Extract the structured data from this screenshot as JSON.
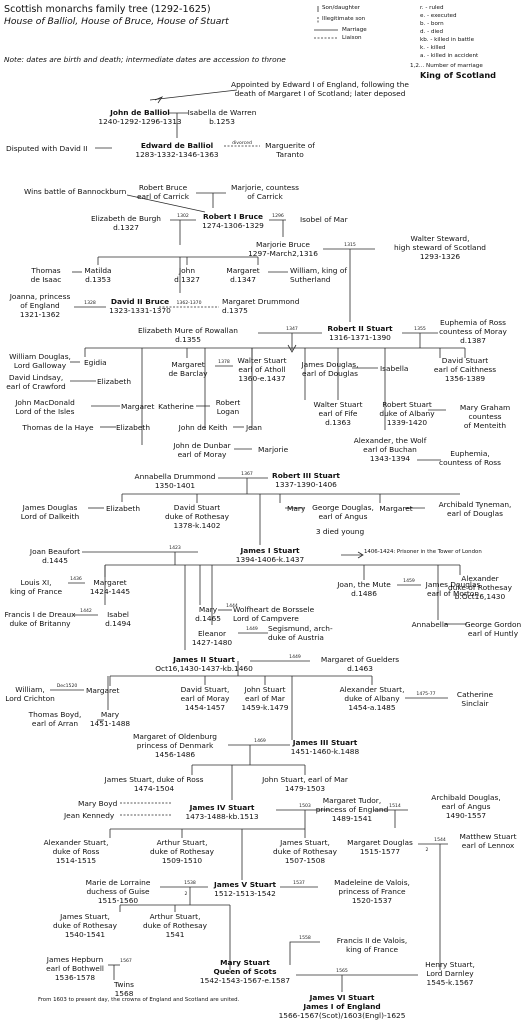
{
  "header": {
    "title": "Scottish monarchs family tree (1292-1625)",
    "subtitle": "House of Balliol, House of Bruce, House of Stuart",
    "note": "Note: dates are birth and death; intermediate dates are accession to throne"
  },
  "legend": {
    "son_daughter": "Son/daughter",
    "illegitimate": "Illegitimate son",
    "marriage": "Marriage",
    "liaison": "Liaison",
    "ruled": "r. - ruled",
    "executed": "e. - executed",
    "born": "b. - born",
    "died": "d. - died",
    "killed_battle": "kb. - killed in battle",
    "killed": "k. - killed",
    "killed_accident": "a. - killed in accident",
    "marriage_number": "1,2... Number of marriage",
    "king_key": "King of Scotland"
  },
  "notes": {
    "balliol_appointed": "Appointed by Edward I of England, following the death of Margaret I of Scotland; later deposed",
    "edward_disputed": "Disputed with David II",
    "bannockburn": "Wins battle of Bannockburn",
    "james1_prisoner": "1406-1424: Prisoner in the Tower of London",
    "three_died": "3 died young",
    "union": "From 1603 to present day, the crowns of England and Scotland are united."
  },
  "labels": {
    "divorced": "divorced",
    "m1302": "1302",
    "m1296": "1296",
    "m1315": "1315",
    "m1328": "1328",
    "m1362": "1362-1370",
    "m1347": "1347",
    "m1355": "1355",
    "m1378": "1378",
    "m1367": "1367",
    "m1423": "1423",
    "m1436": "1436",
    "m1442": "1442",
    "m1444": "1444",
    "m1449a": "1449",
    "m1459": "1459",
    "m1449b": "1449",
    "m1475": "1475-77",
    "m1520": "Dec1520",
    "m1469": "1469",
    "m1503": "1503",
    "m1514": "1514",
    "m1544": "1544",
    "m1538": "1538",
    "m1537": "1537",
    "m1558": "1558",
    "m1567": "1567",
    "m1565": "1565",
    "n2a": "2",
    "n2b": "2"
  },
  "people": {
    "john_balliol": "John de Balliol",
    "john_balliol_dates": "1240-1292-1296-1313",
    "isabella_warren": "Isabella de Warren\nb.1253",
    "edward_balliol": "Edward de Balliol",
    "edward_balliol_dates": "1283-1332-1346-1363",
    "marguerite_taranto": "Marguerite of\nTaranto",
    "robert_carrick": "Robert Bruce\nearl of Carrick",
    "marjorie_carrick": "Marjorie, countess\nof Carrick",
    "robert1": "Robert I Bruce",
    "robert1_dates": "1274-1306-1329",
    "elizabeth_burgh": "Elizabeth de Burgh\nd.1327",
    "isobel_mar": "Isobel of Mar",
    "marjorie_bruce": "Marjorie Bruce\n1297-March2,1316",
    "walter_steward": "Walter Steward,\nhigh steward of Scotland\n1293-1326",
    "thomas_isaac": "Thomas\nde Isaac",
    "matilda": "Matilda\nd.1353",
    "john_bruce": "John\nd.1327",
    "margaret_bruce": "Margaret\nd.1347",
    "william_sutherland": "William, king of\nSutherland",
    "joanna": "Joanna, princess\nof England\n1321-1362",
    "david2": "David II Bruce",
    "david2_dates": "1323-1331-1370",
    "margaret_drummond": "Margaret Drummond\nd.1375",
    "elizabeth_mure": "Elizabeth Mure of Rowallan\nd.1355",
    "robert2": "Robert II Stuart",
    "robert2_dates": "1316-1371-1390",
    "euphemia_moray": "Euphemia of Ross\ncountess of Moray\nd.1387",
    "william_douglas": "William Douglas,\nLord Galloway",
    "egidia": "Egidia",
    "margaret_barclay": "Margaret\nde Barclay",
    "walter_atholl": "Walter Stuart\nearl of Atholl\n1360-e.1437",
    "james_douglas1": "James Douglas,\nearl of Douglas",
    "isabella": "Isabella",
    "david_caithness": "David Stuart\nearl of Caithness\n1356-1389",
    "david_lindsay": "David Lindsay,\nearl of Crawford",
    "elizabeth1": "Elizabeth",
    "john_macdonald": "John MacDonald\nLord of the Isles",
    "margaret2": "Margaret",
    "katherine": "Katherine",
    "robert_logan": "Robert\nLogan",
    "walter_fife": "Walter Stuart\nearl of Fife\nd.1363",
    "robert_albany": "Robert Stuart\nduke of Albany\n1339-1420",
    "mary_graham": "Mary Graham\ncountess\nof Menteith",
    "thomas_haye": "Thomas de la Haye",
    "elizabeth2": "Elizabeth",
    "john_keith": "John de Keith",
    "jean": "Jean",
    "john_dunbar": "John de Dunbar\nearl of Moray",
    "marjorie2": "Marjorie",
    "alexander_wolf": "Alexander, the Wolf\nearl of Buchan\n1343-1394",
    "euphemia_ross": "Euphemia,\ncountess of Ross",
    "annabella_drummond": "Annabella Drummond\n1350-1401",
    "robert3": "Robert III Stuart",
    "robert3_dates": "1337-1390-1406",
    "james_douglas_dalkeith": "James Douglas\nLord of Dalkeith",
    "elizabeth3": "Elizabeth",
    "david_rothesay1": "David Stuart\nduke of Rothesay\n1378-k.1402",
    "mary1": "Mary",
    "george_douglas1": "George Douglas,\nearl of Angus",
    "margaret3": "Margaret",
    "archibald_tyneman": "Archibald Tyneman,\nearl of Douglas",
    "joan_beaufort": "Joan Beaufort\nd.1445",
    "james1": "James I Stuart",
    "james1_dates": "1394-1406-k.1437",
    "louis11": "Louis XI,\nking of France",
    "margaret4": "Margaret\n1424-1445",
    "joan_mute": "Joan, the Mute\nd.1486",
    "james_douglas_morton": "James Douglas\nearl of Morton",
    "alexander_rothesay": "Alexander\nduke of Rothesay\nb.Oct16,1430",
    "francis_dreux": "Francis I de Dreaux\nduke of Britanny",
    "isabel": "Isabel\nd.1494",
    "mary2": "Mary\nd.1465",
    "wolfheart": "Wolfheart de Borssele\nLord of Campvere",
    "annabella": "Annabella",
    "george_gordon": "George Gordon\nearl of Huntly",
    "eleanor": "Eleanor\n1427-1480",
    "segismund": "Segismund, arch-\nduke of Austria",
    "james2": "James II Stuart",
    "james2_dates": "Oct16,1430-1437-kb.1460",
    "margaret_gueldres": "Margaret of Guelders\nd.1463",
    "william_crichton": "William,\nLord Crichton",
    "margaret5": "Margaret",
    "david_moray": "David Stuart,\nearl of Moray\n1454-1457",
    "john_mar1": "John Stuart\nearl of Mar\n1459-k.1479",
    "alexander_albany": "Alexander Stuart,\nduke of Albany\n1454-a.1485",
    "catherine_sinclair": "Catherine\nSinclair",
    "thomas_boyd": "Thomas Boyd,\nearl of Arran",
    "mary3": "Mary\n1451-1488",
    "margaret_oldenburg": "Margaret of Oldenburg\nprincess of Denmark\n1456-1486",
    "james3": "James III Stuart",
    "james3_dates": "1451-1460-k.1488",
    "james_ross": "James Stuart, duke of Ross\n1474-1504",
    "john_mar2": "John Stuart, earl of Mar\n1479-1503",
    "mary_boyd": "Mary Boyd",
    "jean_kennedy": "Jean Kennedy",
    "james4": "James IV Stuart",
    "james4_dates": "1473-1488-kb.1513",
    "margaret_tudor": "Margaret Tudor,\nprincess of England\n1489-1541",
    "archibald_angus": "Archibald Douglas,\nearl of Angus\n1490-1557",
    "alexander_ross": "Alexander Stuart,\nduke of Ross\n1514-1515",
    "arthur_rothesay1": "Arthur Stuart,\nduke of Rothesay\n1509-1510",
    "james_rothesay1": "James Stuart,\nduke of Rothesay\n1507-1508",
    "margaret_douglas": "Margaret Douglas\n1515-1577",
    "matthew_lennox": "Matthew Stuart\nearl of Lennox",
    "marie_guise": "Marie de Lorraine\nduchess of Guise\n1515-1560",
    "james5": "James V Stuart",
    "james5_dates": "1512-1513-1542",
    "madeleine": "Madeleine de Valois,\nprincess of France\n1520-1537",
    "james_rothesay2": "James Stuart,\nduke of Rothesay\n1540-1541",
    "arthur_rothesay2": "Arthur Stuart,\nduke of Rothesay\n1541",
    "francis2": "Francis II de Valois,\nking of France",
    "james_hepburn": "James Hepburn\nearl of Bothwell\n1536-1578",
    "mary_stuart": "Mary Stuart",
    "mary_stuart_title": "Queen of Scots",
    "mary_stuart_dates": "1542-1543-1567-e.1587",
    "henry_darnley": "Henry Stuart,\nLord Darnley\n1545-k.1567",
    "twins": "Twins\n1568",
    "james6": "James VI Stuart",
    "james6_title": "James I of England",
    "james6_dates": "1566-1567(Scot)/1603(Engl)-1625"
  }
}
